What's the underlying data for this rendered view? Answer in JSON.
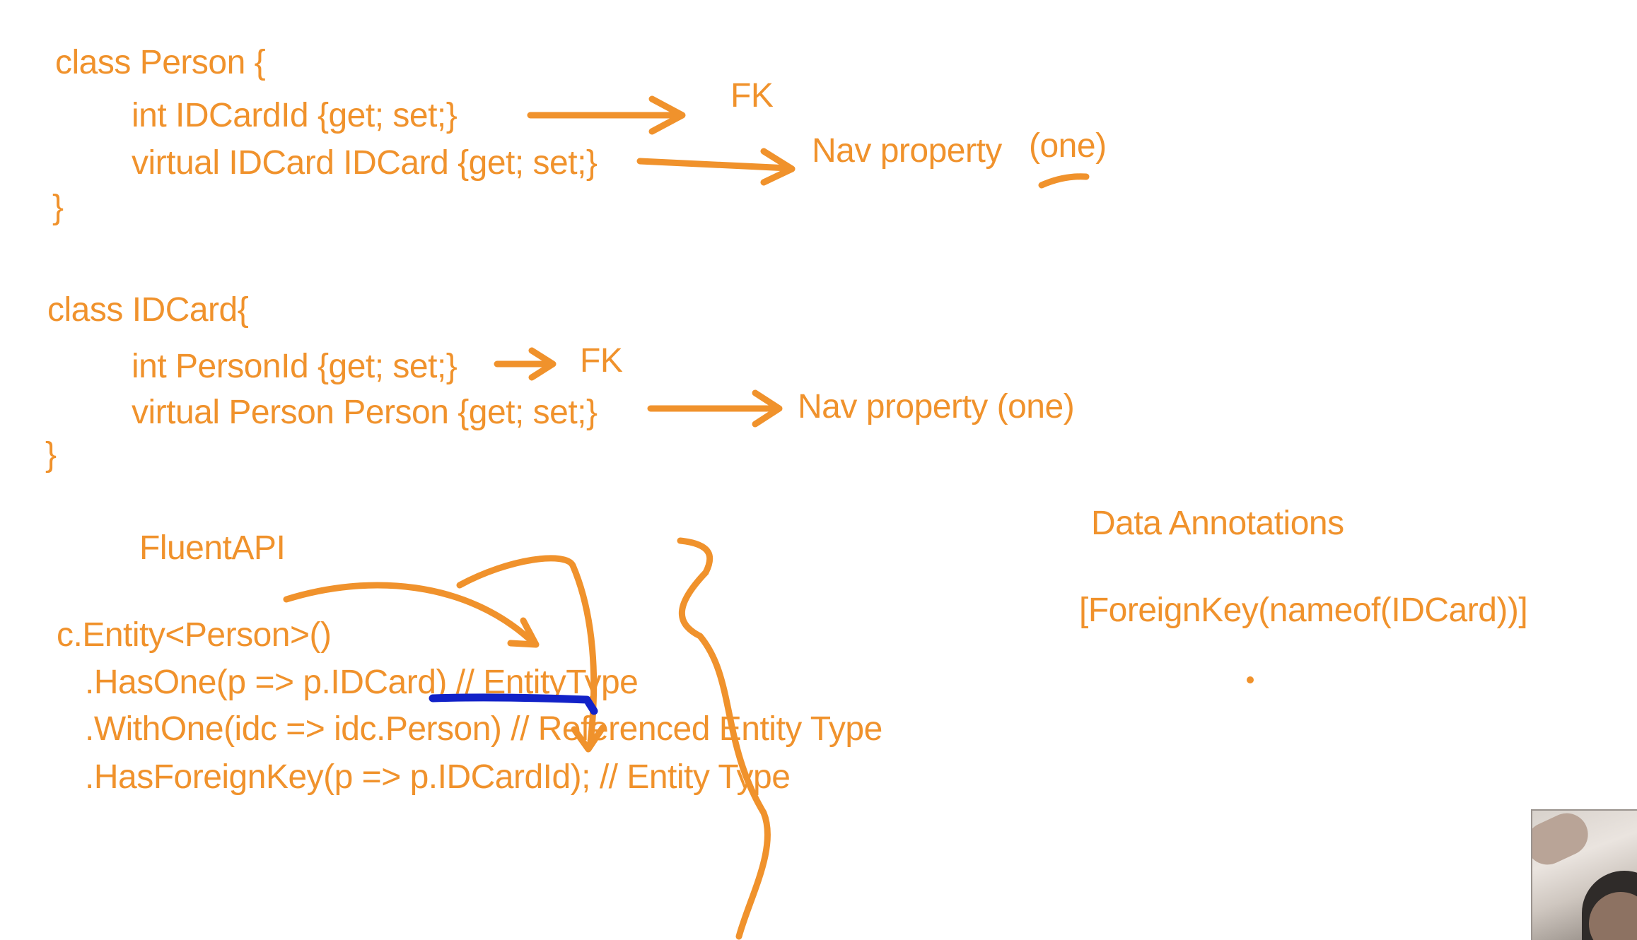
{
  "colors": {
    "ink_orange": "#f0922c",
    "ink_blue": "#1222c8",
    "background": "#ffffff"
  },
  "person_class": {
    "line1": "class Person {",
    "line2": "int IDCardId {get; set;}",
    "line3": "virtual IDCard IDCard {get; set;}",
    "line4": "}"
  },
  "idcard_class": {
    "line1": "class IDCard{",
    "line2": "int PersonId {get; set;}",
    "line3": "virtual Person Person {get; set;}",
    "line4": "}"
  },
  "annotations": {
    "fk_1": "FK",
    "nav_1_text": "Nav property",
    "nav_1_paren": "(one)",
    "fk_2": "FK",
    "nav_2": "Nav property (one)"
  },
  "fluent_api": {
    "heading": "FluentAPI",
    "line1": "c.Entity<Person>()",
    "line2": ".HasOne(p => p.IDCard) // EntityType",
    "line3": ".WithOne(idc => idc.Person) // Referenced Entity Type",
    "line4": ".HasForeignKey(p => p.IDCardId); // Entity Type"
  },
  "data_annotations": {
    "heading": "Data Annotations",
    "line1": "[ForeignKey(nameof(IDCard))]"
  },
  "webcam": {
    "icon": "presenter-webcam-icon"
  }
}
